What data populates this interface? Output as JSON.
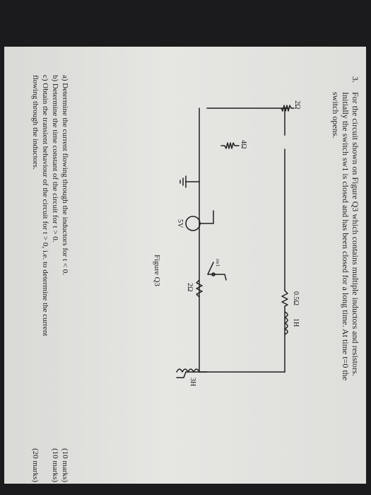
{
  "question": {
    "number": "3.",
    "lines": [
      "For the circuit shown on Figure Q3 which contains multiple inductors and resistors.",
      "Initially the switch sw1 is closed and has been closed for a long time. At time t=0 the",
      "switch opens."
    ]
  },
  "circuit": {
    "labels": {
      "r_left": "2Ω",
      "r_top_left": "4Ω",
      "r_top_mid": "0.5Ω",
      "l_top": "1H",
      "l_right": "3H",
      "switch": "sw1",
      "source": "5V",
      "r_bottom": "2Ω"
    }
  },
  "figure_caption": "Figure Q3",
  "parts": [
    {
      "text": "a)  Determine the current flowing through the inductors for t < 0.",
      "marks": "(10 marks)"
    },
    {
      "text": "b)  Determine the time constant of the circuit for t > 0.",
      "marks": "(10 marks)"
    },
    {
      "text": "c)  Obtain the transient behaviour of the circuit for t > 0, i.e. to determine the current",
      "marks": ""
    },
    {
      "text": "    flowing through the inductors.",
      "marks": "(20 marks)"
    }
  ]
}
